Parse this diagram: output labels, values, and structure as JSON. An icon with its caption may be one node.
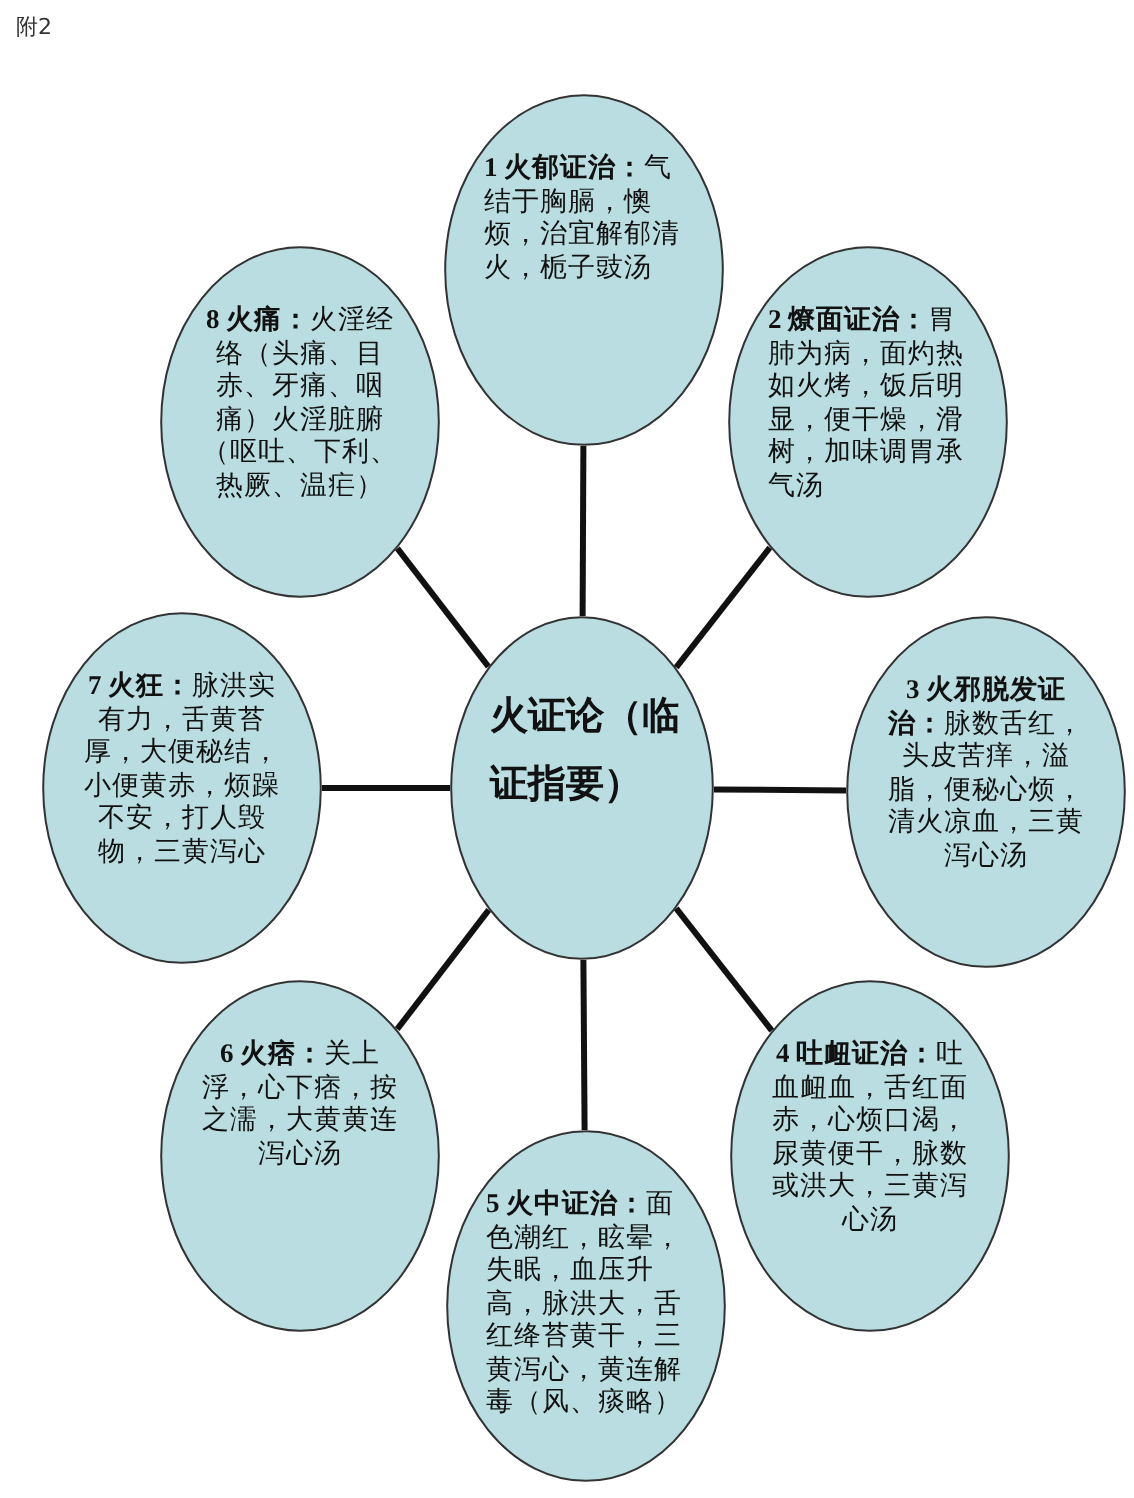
{
  "diagram": {
    "nodes": [
      {
        "text": [
          "火证论（临证指要）"
        ]
      },
      {
        "text": [
          "**1 火郁证治：**气结于胸膈，懊烦，治宜解郁清火，栀子豉汤"
        ]
      },
      {
        "text": [
          "**2 燎面证治：**胃肺为病，面灼热如火烤，饭后明显，便干燥，滑树，加味调胃承气汤"
        ]
      },
      {
        "text": [
          "**3 火邪脱发证治：**脉数舌红，头皮苦痒，溢脂，便秘心烦，清火凉血，三黄泻心汤"
        ]
      },
      {
        "text": [
          "**4 吐衄证治：**吐血衄血，舌红面赤，心烦口渴，尿黄便干，脉数或洪大，三黄泻心汤"
        ]
      },
      {
        "text": [
          "**5 火中证治：**面色潮红，眩晕，失眠，血压升高，脉洪大，舌红绛苔黄干，三黄泻心，黄连解毒（风、痰略）"
        ]
      },
      {
        "text": [
          "**6 火痞：**关上浮，心下痞，按之濡，大黄黄连泻心汤"
        ]
      },
      {
        "text": [
          "**7 火狂：**脉洪实有力，舌黄苔厚，大便秘结，小便黄赤，烦躁不安，打人毁物，三黄泻心"
        ]
      },
      {
        "text": [
          "**8 火痛：**火淫经络（头痛、目赤、牙痛、咽痛）火淫脏腑（呕吐、下利、热厥、温疟）"
        ]
      }
    ],
    "edges": [
      {
        "from": 0,
        "to": 1,
        "arrow": "none"
      },
      {
        "from": 0,
        "to": 2,
        "arrow": "none"
      },
      {
        "from": 0,
        "to": 3,
        "arrow": "none"
      },
      {
        "from": 0,
        "to": 4,
        "arrow": "none"
      },
      {
        "from": 0,
        "to": 5,
        "arrow": "none"
      },
      {
        "from": 0,
        "to": 6,
        "arrow": "none"
      },
      {
        "from": 0,
        "to": 7,
        "arrow": "none"
      },
      {
        "from": 0,
        "to": 8,
        "arrow": "none"
      }
    ],
    "labels": [
      "附2"
    ]
  }
}
